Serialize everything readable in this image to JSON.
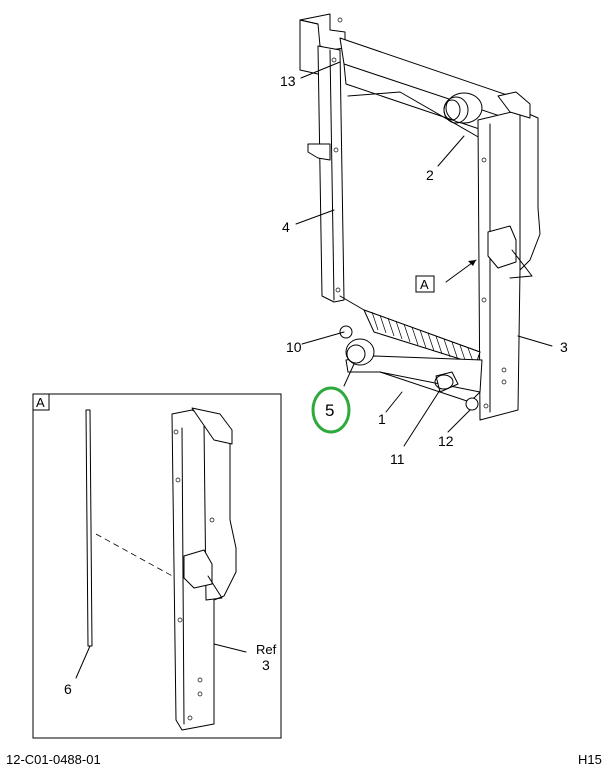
{
  "diagram": {
    "callouts": {
      "c1": "1",
      "c2": "2",
      "c3": "3",
      "c4": "4",
      "c5": "5",
      "c10": "10",
      "c11": "11",
      "c12": "12",
      "c13": "13",
      "c6": "6",
      "ref_word": "Ref",
      "ref_num": "3"
    },
    "view_label": "A",
    "detail_label": "A",
    "highlight_color": "#2eaa3c"
  },
  "footer": {
    "drawing_number": "12-C01-0488-01",
    "sheet_code": "H15"
  }
}
